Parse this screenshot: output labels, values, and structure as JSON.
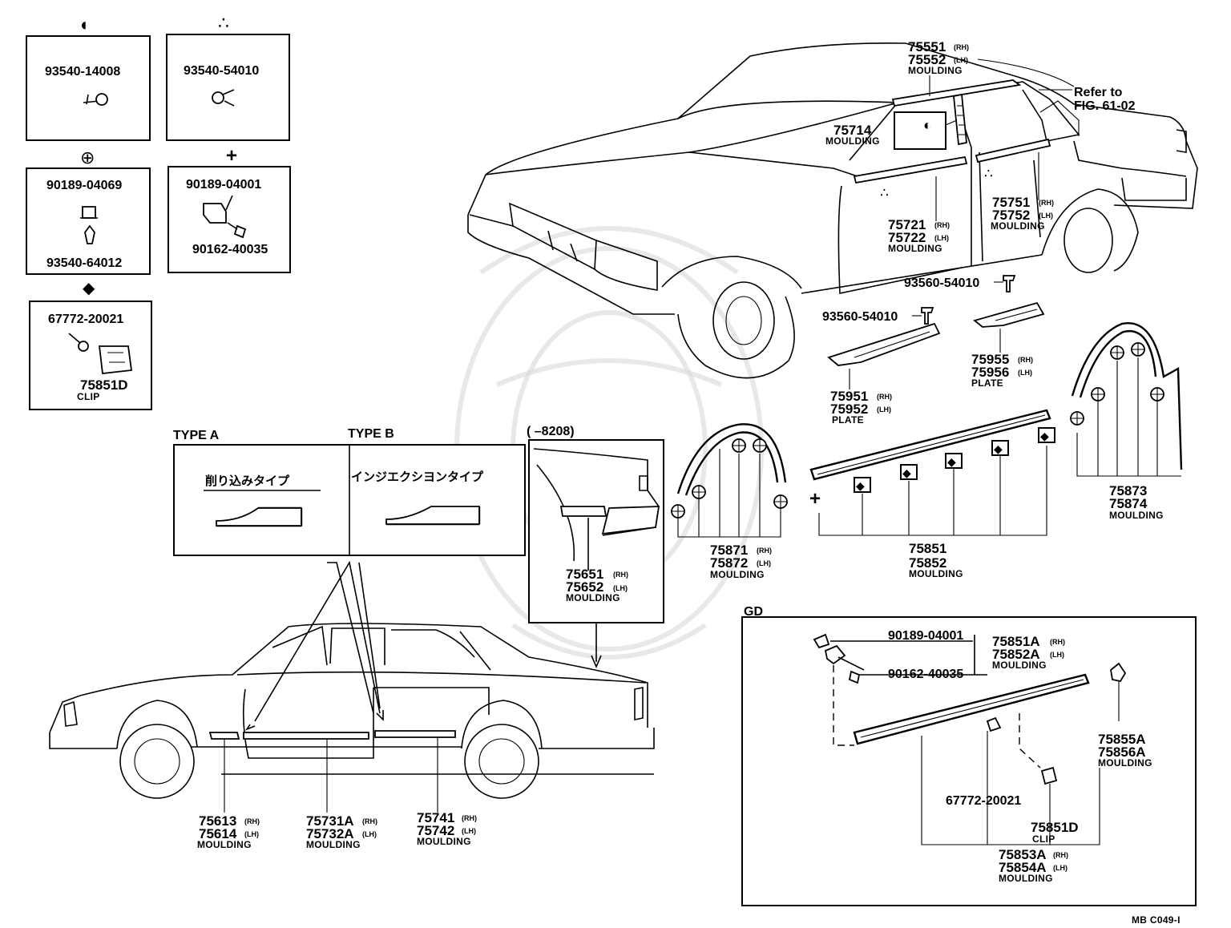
{
  "symbols": {
    "half_circle": "◐",
    "three_dots": "∴",
    "circle_plus": "⊕",
    "propeller": "+",
    "diamond_square": "◆"
  },
  "legend_boxes": {
    "box1": {
      "part": "93540-14008"
    },
    "box2": {
      "part": "93540-54010"
    },
    "box3": {
      "top": "90189-04069",
      "bottom": "93540-64012"
    },
    "box4": {
      "top": "90189-04001",
      "bottom": "90162-40035"
    },
    "box5": {
      "top": "67772-20021",
      "clip_number": "75851D",
      "clip_name": "CLIP"
    }
  },
  "types": {
    "type_a_label": "TYPE A",
    "type_b_label": "TYPE B",
    "type_a_text": "削り込みタイプ",
    "type_b_text": "インジエクシヨンタイプ",
    "date_label": "(        –8208)"
  },
  "parts": {
    "p75551": "75551",
    "p75552": "75552",
    "mould_roof": "MOULDING",
    "refer_to": "Refer to",
    "fig_ref": "FIG. 61-02",
    "p75714": "75714",
    "mould_75714": "MOULDING",
    "p75721": "75721",
    "p75722": "75722",
    "mould_757212": "MOULDING",
    "p75751": "75751",
    "p75752": "75752",
    "mould_75751": "MOULDING",
    "p93560a": "93560-54010",
    "p93560b": "93560-54010",
    "p75955": "75955",
    "p75956": "75956",
    "plate_75955": "PLATE",
    "p75951": "75951",
    "p75952": "75952",
    "plate_75951": "PLATE",
    "p75873": "75873",
    "p75874": "75874",
    "mould_75873": "MOULDING",
    "p75871": "75871",
    "p75872": "75872",
    "mould_75871": "MOULDING",
    "p75851": "75851",
    "p75852": "75852",
    "mould_75851": "MOULDING",
    "p75651": "75651",
    "p75652": "75652",
    "mould_75651": "MOULDING",
    "p75613": "75613",
    "p75614": "75614",
    "mould_75613": "MOULDING",
    "p75731A": "75731A",
    "p75732A": "75732A",
    "mould_75731": "MOULDING",
    "p75741": "75741",
    "p75742": "75742",
    "mould_75741": "MOULDING"
  },
  "side": {
    "rh": "(RH)",
    "lh": "(LH)"
  },
  "gd": {
    "label": "GD",
    "p90189": "90189-04001",
    "p90162": "90162-40035",
    "p75851A": "75851A",
    "p75852A": "75852A",
    "mould_a": "MOULDING",
    "p75855A": "75855A",
    "p75856A": "75856A",
    "mould_b": "MOULDING",
    "p67772": "67772-20021",
    "p75851D": "75851D",
    "clip": "CLIP",
    "p75853A": "75853A",
    "p75854A": "75854A",
    "mould_c": "MOULDING"
  },
  "footer": {
    "code": "MB C049-I"
  }
}
